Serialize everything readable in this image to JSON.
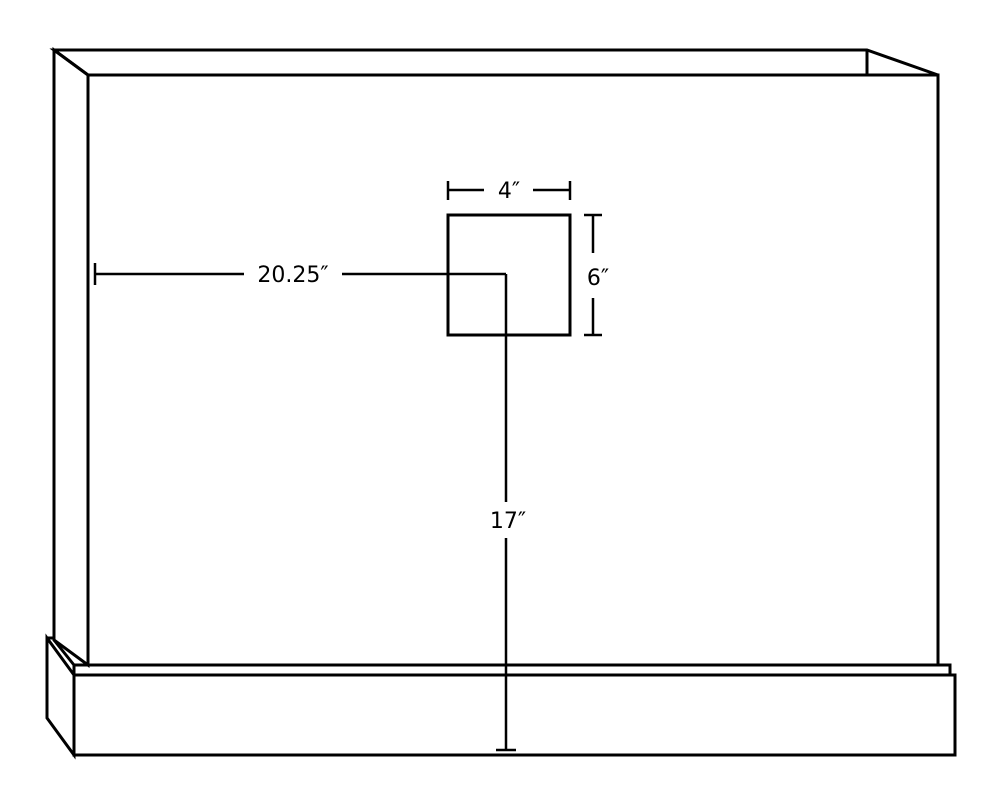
{
  "dimensions": {
    "cutout_width": "4″",
    "cutout_height": "6″",
    "side_offset": "20.25″",
    "floor_height": "17″"
  },
  "colors": {
    "line": "#000000",
    "background": "#ffffff"
  }
}
